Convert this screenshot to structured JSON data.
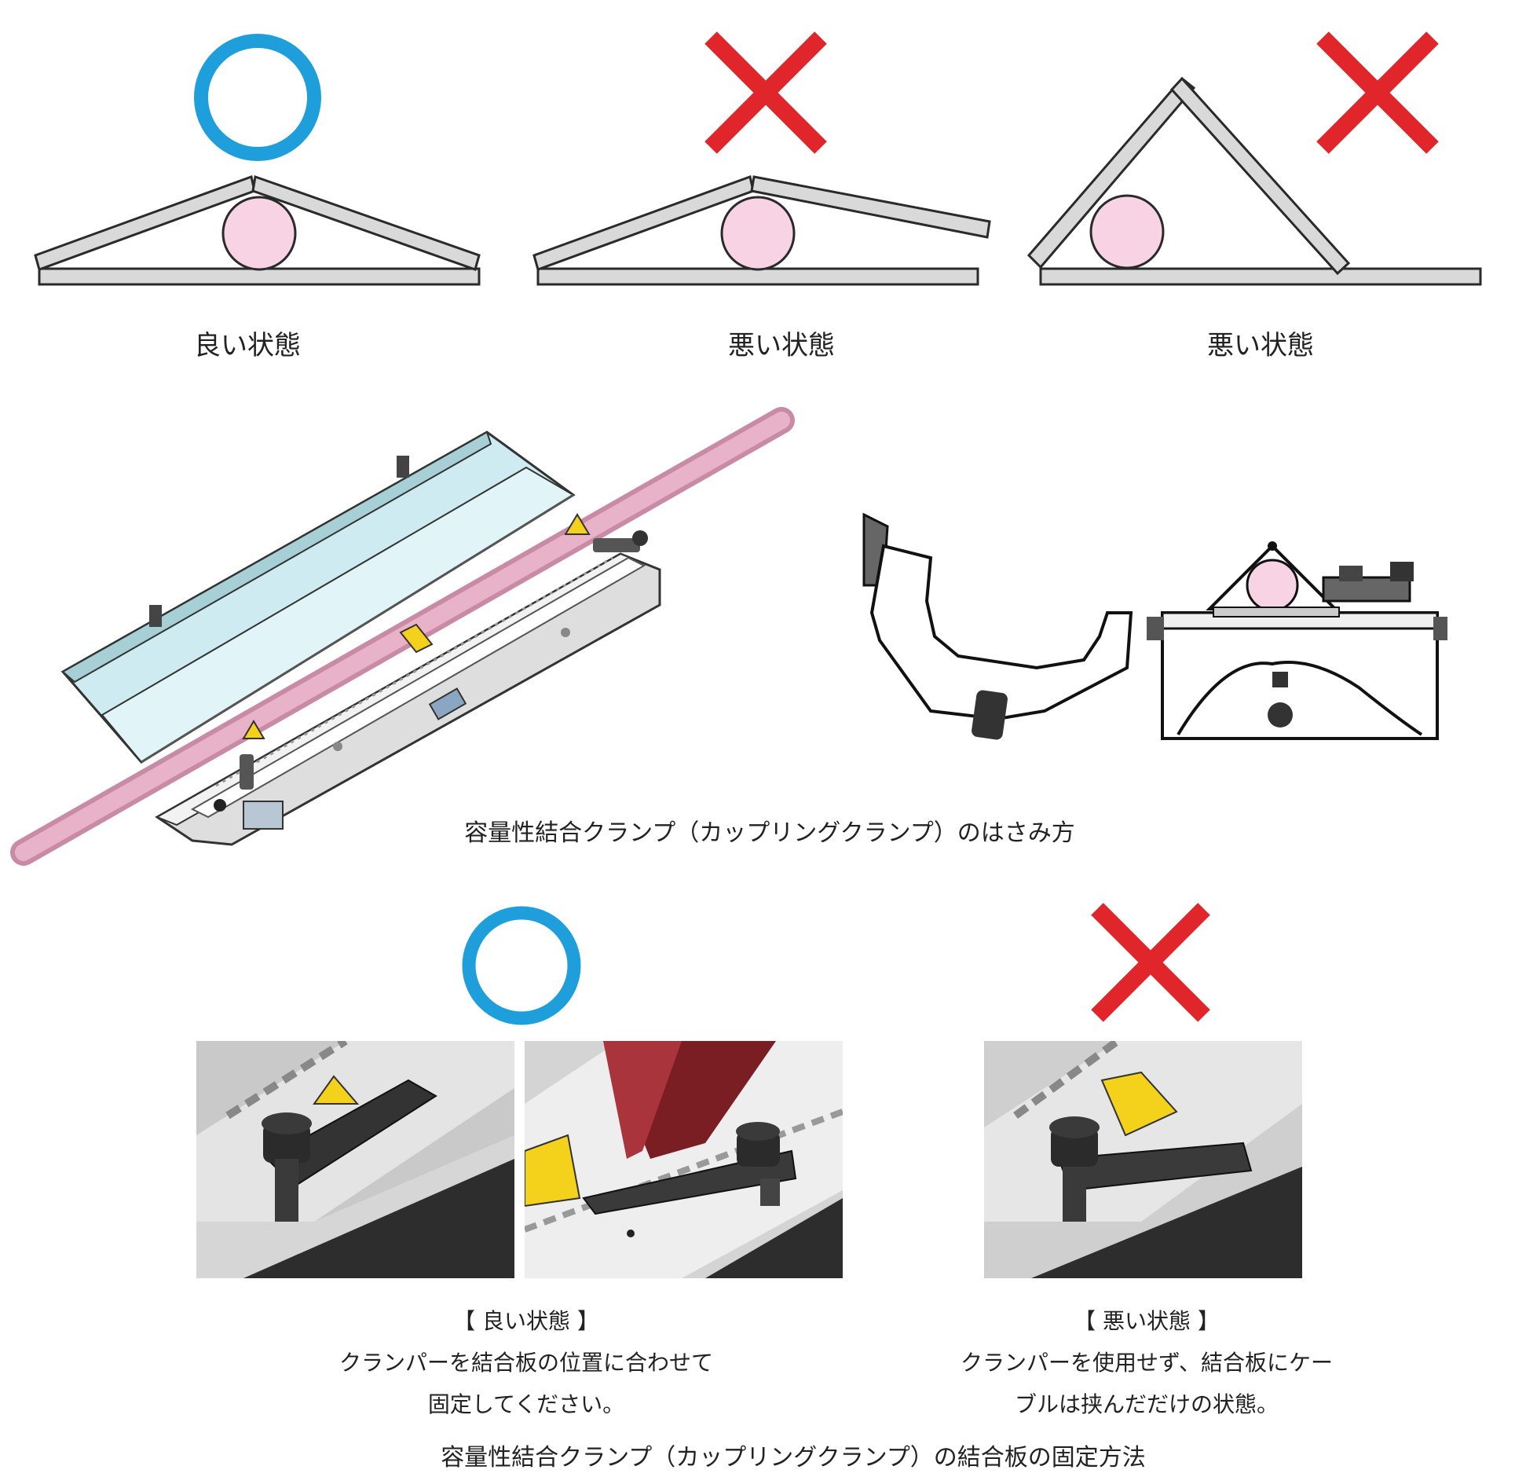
{
  "colors": {
    "good_mark": "#1e9fdc",
    "bad_mark": "#e0262b",
    "plate": "#d9d9d9",
    "cable": "#f8d3e3",
    "outline": "#2a2a2a"
  },
  "icons": {
    "good": "circle-mark-icon",
    "bad": "cross-mark-icon"
  },
  "top_row": {
    "left_label": "良い状態",
    "middle_label": "悪い状態",
    "right_label": "悪い状態"
  },
  "middle": {
    "caption": "容量性結合クランプ（カップリングクランプ）のはさみ方"
  },
  "bottom": {
    "good_title": "【 良い状態 】",
    "good_line1": "クランパーを結合板の位置に合わせて",
    "good_line2": "固定してください。",
    "bad_title": "【 悪い状態 】",
    "bad_line1": "クランパーを使用せず、結合板にケー",
    "bad_line2": "ブルは挟んだだけの状態。",
    "caption": "容量性結合クランプ（カップリングクランプ）の結合板の固定方法"
  }
}
